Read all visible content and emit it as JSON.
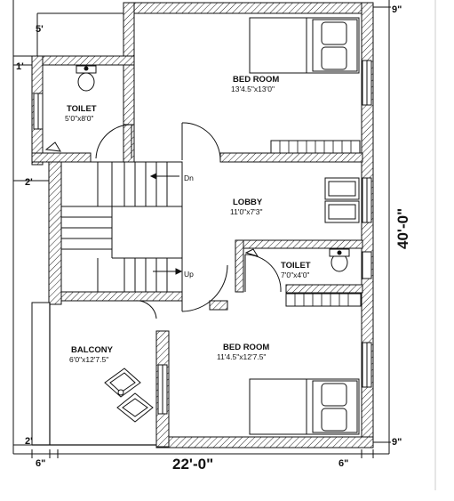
{
  "rooms": {
    "bedroom_top": {
      "name": "BED ROOM",
      "size": "13'4.5\"x13'0\""
    },
    "toilet_top": {
      "name": "TOILET",
      "size": "5'0\"x8'0\""
    },
    "lobby": {
      "name": "LOBBY",
      "size": "11'0\"x7'3\""
    },
    "toilet_right": {
      "name": "TOILET",
      "size": "7'0\"x4'0\""
    },
    "balcony": {
      "name": "BALCONY",
      "size": "6'0\"x12'7.5\""
    },
    "bedroom_bottom": {
      "name": "BED ROOM",
      "size": "11'4.5\"x12'7.5\""
    }
  },
  "stairs": {
    "down_label": "Dn",
    "up_label": "Up"
  },
  "dimensions": {
    "top_offset": "5'",
    "left_wall": "1'",
    "left_upper": "2'",
    "left_lower": "2'",
    "top_right": "9\"",
    "bottom_right": "9\"",
    "overall_height": "40'-0\"",
    "overall_width": "22'-0\"",
    "bottom_left": "6\"",
    "bottom_right_small": "6\""
  }
}
